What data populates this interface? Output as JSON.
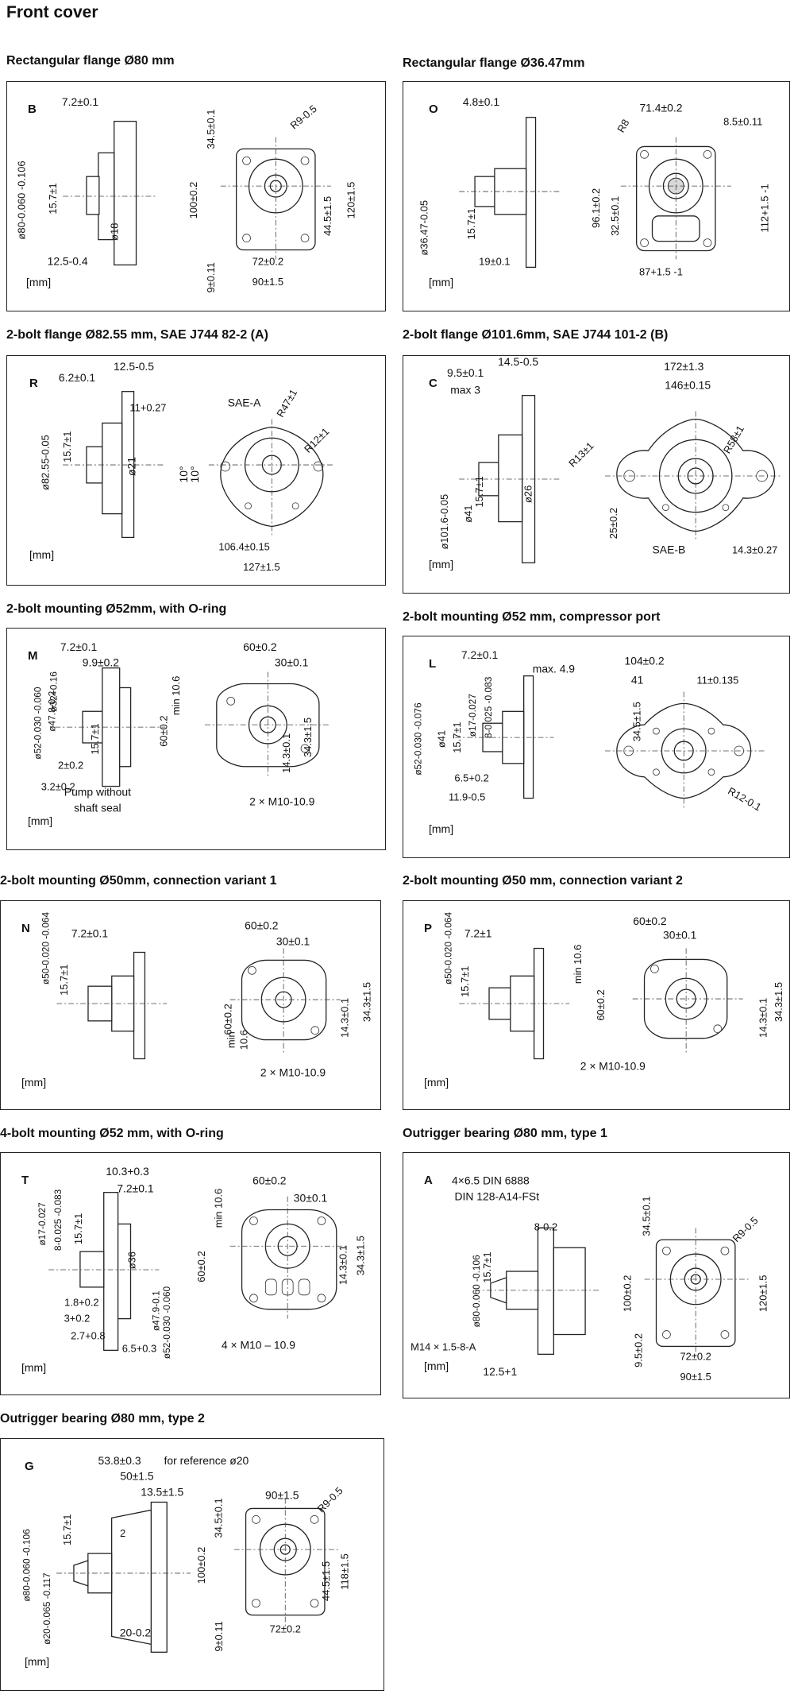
{
  "page_title": "Front cover",
  "unit_label": "[mm]",
  "sections": {
    "B": {
      "title": "Rectangular flange Ø80 mm",
      "label": "B",
      "dims": [
        "7.2±0.1",
        "ø80-0.060 -0.106",
        "15.7±1",
        "ø18",
        "12.5-0.4",
        "34.5±0.1",
        "R9-0.5",
        "100±0.2",
        "44.5±1.5",
        "120±1.5",
        "9±0.11",
        "72±0.2",
        "90±1.5"
      ]
    },
    "O": {
      "title": "Rectangular flange Ø36.47mm",
      "label": "O",
      "dims": [
        "4.8±0.1",
        "ø36.47-0.05",
        "15.7±1",
        "19±0.1",
        "R8",
        "71.4±0.2",
        "8.5±0.11",
        "96.1±0.2",
        "32.5±0.1",
        "112+1.5 -1",
        "87+1.5 -1"
      ]
    },
    "R": {
      "title": "2-bolt flange Ø82.55 mm, SAE J744 82-2 (A)",
      "label": "R",
      "dims": [
        "6.2±0.1",
        "12.5-0.5",
        "ø82.55-0.05",
        "15.7±1",
        "ø21",
        "11+0.27",
        "SAE-A",
        "R47±1",
        "10°",
        "10°",
        "R12±1",
        "106.4±0.15",
        "127±1.5"
      ]
    },
    "C": {
      "title": "2-bolt flange Ø101.6mm, SAE J744 101-2 (B)",
      "label": "C",
      "dims": [
        "9.5±0.1",
        "14.5-0.5",
        "max 3",
        "172±1.3",
        "146±0.15",
        "R58±1",
        "R13±1",
        "ø101.6-0.05",
        "15.7±1",
        "ø41",
        "ø26",
        "25±0.2",
        "SAE-B",
        "14.3±0.27"
      ]
    },
    "M": {
      "title": "2-bolt mounting Ø52mm, with O-ring",
      "label": "M",
      "dims": [
        "7.2±0.1",
        "9.9±0.2",
        "ø32+0.16",
        "ø52-0.030 -0.060",
        "ø47.8-0.2",
        "15.7±1",
        "2±0.2",
        "3.2±0.2",
        "Pump without",
        "shaft seal",
        "min 10.6",
        "60±0.2",
        "30±0.1",
        "60±0.2",
        "14.3±0.1",
        "34.3±1.5",
        "2 × M10-10.9"
      ]
    },
    "L": {
      "title": "2-bolt mounting Ø52 mm, compressor port",
      "label": "L",
      "dims": [
        "7.2±0.1",
        "max. 4.9",
        "ø52-0.030 -0.076",
        "ø41",
        "15.7±1",
        "ø17-0.027",
        "8-0.025 -0.083",
        "6.5+0.2",
        "11.9-0.5",
        "104±0.2",
        "41",
        "11±0.135",
        "34.5±1.5",
        "R12-0.1"
      ]
    },
    "N": {
      "title": "2-bolt mounting Ø50mm, connection variant 1",
      "label": "N",
      "dims": [
        "ø50-0.020 -0.064",
        "7.2±0.1",
        "15.7±1",
        "60±0.2",
        "30±0.1",
        "60±0.2",
        "14.3±0.1",
        "34.3±1.5",
        "min",
        "10.6",
        "2 × M10-10.9"
      ]
    },
    "P": {
      "title": "2-bolt mounting Ø50 mm, connection variant 2",
      "label": "P",
      "dims": [
        "ø50-0.020 -0.064",
        "7.2±1",
        "15.7±1",
        "min 10.6",
        "60±0.2",
        "30±0.1",
        "60±0.2",
        "14.3±0.1",
        "34.3±1.5",
        "2 × M10-10.9"
      ]
    },
    "T": {
      "title": "4-bolt mounting Ø52 mm, with O-ring",
      "label": "T",
      "dims": [
        "10.3+0.3",
        "7.2±0.1",
        "ø17-0.027",
        "8-0.025 -0.083",
        "15.7±1",
        "ø36",
        "1.8+0.2",
        "3+0.2",
        "2.7+0.8",
        "ø47.9-0.1",
        "ø52-0.030 -0.060",
        "6.5+0.3",
        "min 10.6",
        "60±0.2",
        "30±0.1",
        "60±0.2",
        "14.3±0.1",
        "34.3±1.5",
        "4 × M10 – 10.9"
      ]
    },
    "A": {
      "title": "Outrigger bearing Ø80 mm, type 1",
      "label": "A",
      "dims": [
        "4×6.5 DIN 6888",
        "DIN 128-A14-FSt",
        "8-0.2",
        "15.7±1",
        "ø80-0.060 -0.106",
        "M14 × 1.5-8-A",
        "12.5+1",
        "34.5±0.1",
        "R9-0.5",
        "100±0.2",
        "120±1.5",
        "9.5±0.2",
        "72±0.2",
        "90±1.5"
      ]
    },
    "G": {
      "title": "Outrigger bearing Ø80 mm, type 2",
      "label": "G",
      "dims": [
        "53.8±0.3",
        "for reference ø20",
        "50±1.5",
        "13.5±1.5",
        "ø80-0.060 -0.106",
        "15.7±1",
        "2",
        "ø20-0.065 -0.117",
        "20-0.2",
        "34.5±0.1",
        "90±1.5",
        "R9-0.5",
        "100±0.2",
        "44.5±1.5",
        "118±1.5",
        "9±0.11",
        "72±0.2"
      ]
    }
  }
}
